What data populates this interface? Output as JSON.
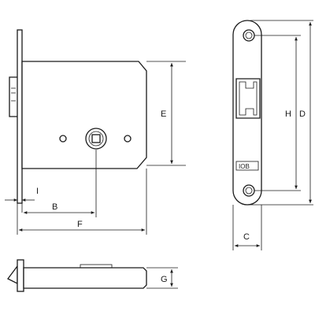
{
  "diagram": {
    "dimension_labels": {
      "E": "E",
      "I": "I",
      "B": "B",
      "F": "F",
      "H": "H",
      "D": "D",
      "C": "C",
      "G": "G"
    },
    "faceplate_logo": "IOB"
  }
}
